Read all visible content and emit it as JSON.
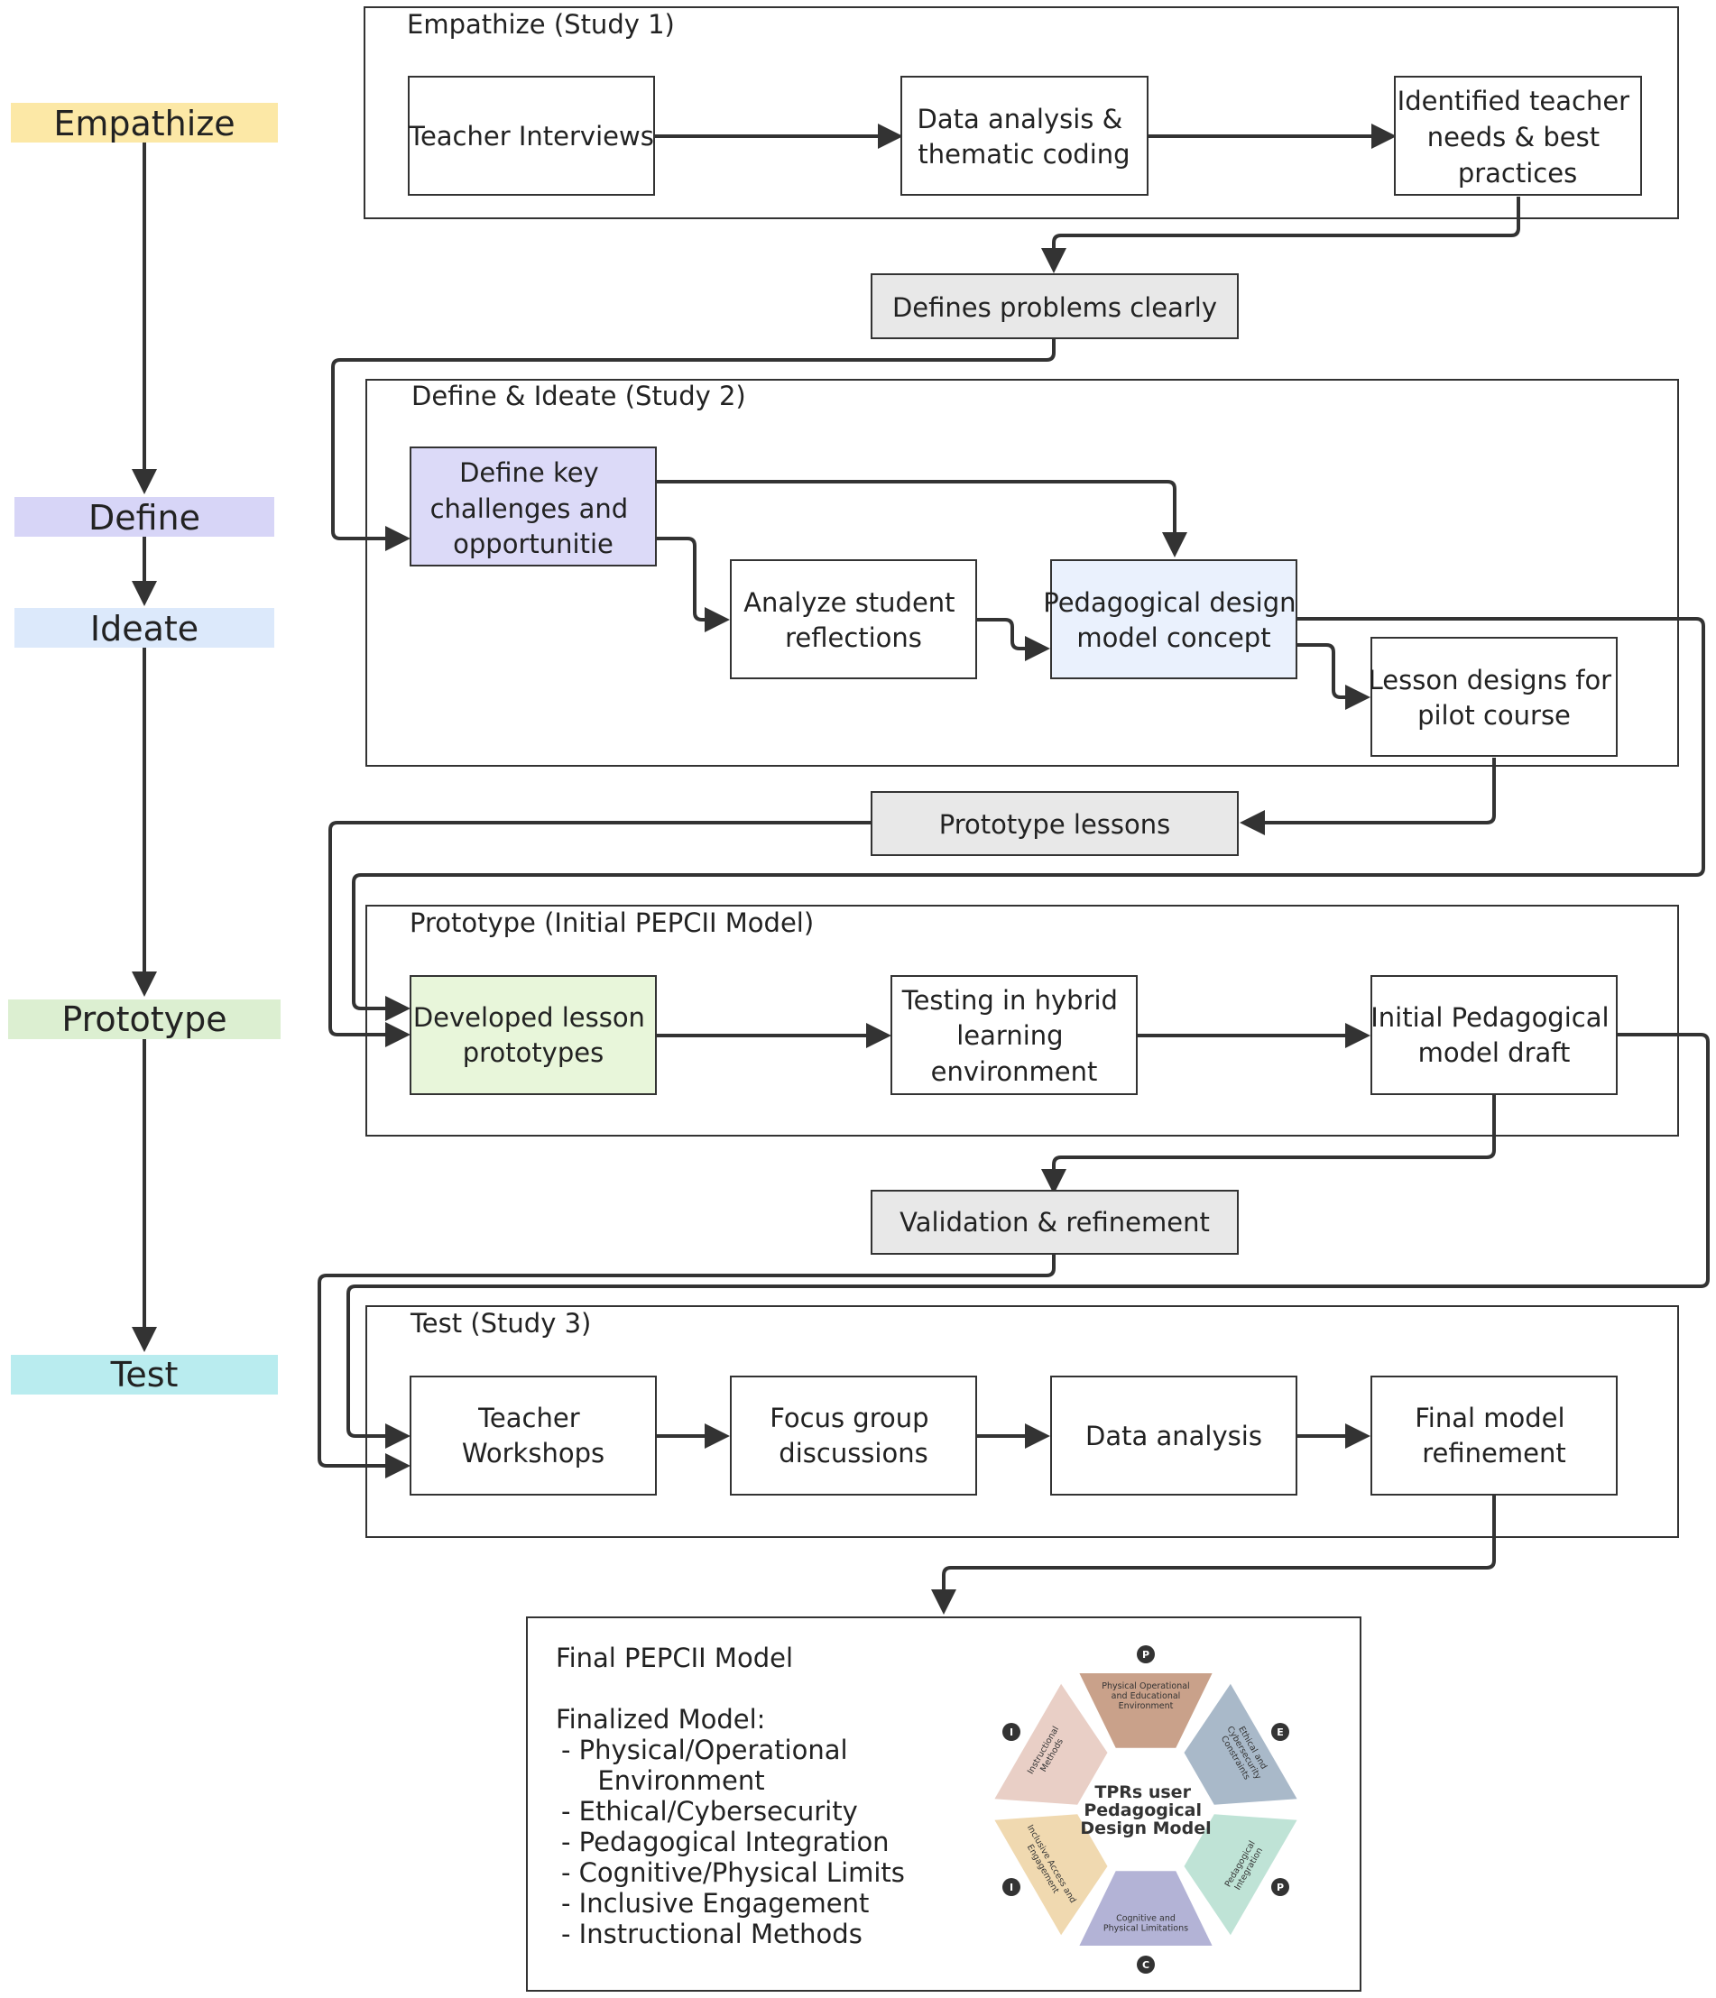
{
  "phases": {
    "empathize": "Empathize",
    "define": "Define",
    "ideate": "Ideate",
    "prototype": "Prototype",
    "test": "Test"
  },
  "sections": {
    "empathize": {
      "title": "Empathize (Study 1)",
      "teacher_interviews": [
        "Teacher Interviews"
      ],
      "data_analysis": [
        "Data analysis &",
        "thematic coding"
      ],
      "identified_needs": [
        "Identified teacher",
        "needs & best",
        "practices"
      ]
    },
    "define_ideate": {
      "title": "Define & Ideate (Study 2)",
      "define_key": [
        "Define key",
        "challenges and",
        "opportunitie"
      ],
      "analyze_reflections": [
        "Analyze student",
        "reflections"
      ],
      "pedagogical_concept": [
        "Pedagogical design",
        "model concept"
      ],
      "lesson_designs": [
        "Lesson designs for",
        "pilot course"
      ]
    },
    "prototype": {
      "title": "Prototype (Initial PEPCII Model)",
      "developed_prototypes": [
        "Developed lesson",
        "prototypes"
      ],
      "testing_hybrid": [
        "Testing in hybrid",
        "learning",
        "environment"
      ],
      "initial_draft": [
        "Initial Pedagogical",
        "model draft"
      ]
    },
    "test": {
      "title": "Test (Study 3)",
      "teacher_workshops": [
        "Teacher",
        "Workshops"
      ],
      "focus_group": [
        "Focus group",
        "discussions"
      ],
      "data_analysis": [
        "Data analysis"
      ],
      "final_refinement": [
        "Final model",
        "refinement"
      ]
    }
  },
  "connectors": {
    "defines_problems": "Defines problems clearly",
    "prototype_lessons": "Prototype lessons",
    "validation": "Validation & refinement"
  },
  "final_model": {
    "title": "Final PEPCII Model",
    "subtitle": "Finalized Model:",
    "items": [
      "- Physical/Operational",
      "  Environment",
      "- Ethical/Cybersecurity",
      "- Pedagogical Integration",
      "- Cognitive/Physical Limits",
      "- Inclusive Engagement",
      "- Instructional Methods"
    ],
    "hexagon": {
      "center": [
        "TPRs user",
        "Pedagogical",
        "Design Model"
      ],
      "segments": [
        {
          "letter": "P",
          "label": [
            "Physical Operational",
            "and Educational",
            "Environment"
          ],
          "color": "#c9a18a"
        },
        {
          "letter": "E",
          "label": [
            "Ethical and",
            "Cybersecurity",
            "Constraints"
          ],
          "color": "#a9b9c9"
        },
        {
          "letter": "P",
          "label": [
            "Pedagogical",
            "Integration"
          ],
          "color": "#bfe3d6"
        },
        {
          "letter": "C",
          "label": [
            "Cognitive and",
            "Physical Limitations"
          ],
          "color": "#b3b3d6"
        },
        {
          "letter": "I",
          "label": [
            "Inclusive Access and",
            "Engagement"
          ],
          "color": "#f0d9b0"
        },
        {
          "letter": "I",
          "label": [
            "Instructional",
            "Methods"
          ],
          "color": "#e9cfc6"
        }
      ]
    }
  },
  "colors": {
    "empathize": "#fce8a6",
    "define": "#d7d5f7",
    "ideate": "#dce9fb",
    "prototype": "#dcefd1",
    "test": "#b9ecef",
    "define_node": "#dcdaf8",
    "concept_node": "#eaf1fd",
    "prototype_node": "#e8f6da",
    "pill": "#e8e8e8"
  }
}
